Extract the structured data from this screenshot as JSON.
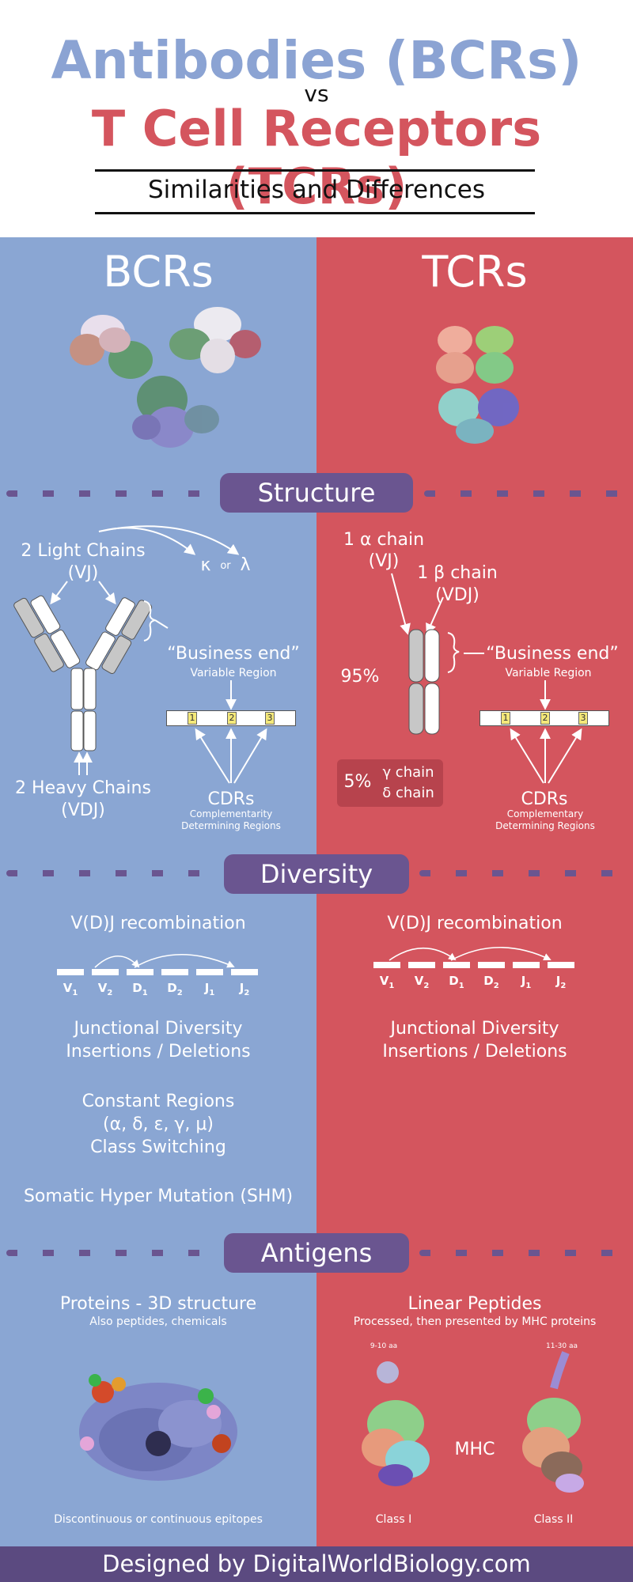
{
  "header": {
    "title_line1": "Antibodies (BCRs)",
    "vs": "vs",
    "title_line2": "T Cell Receptors (TCRs)",
    "subtitle": "Similarities and Differences"
  },
  "columns": {
    "left": "BCRs",
    "right": "TCRs"
  },
  "sections": {
    "structure": "Structure",
    "diversity": "Diversity",
    "antigens": "Antigens"
  },
  "structure": {
    "bcr": {
      "light_chains": "2 Light Chains",
      "light_vj": "(VJ)",
      "kappa": "κ",
      "or": "or",
      "lambda": "λ",
      "business_end": "“Business end”",
      "variable_region": "Variable Region",
      "heavy_chains": "2 Heavy Chains",
      "heavy_vdj": "(VDJ)",
      "cdrs": "CDRs",
      "cdrs_full": "Complementarity Determining Regions",
      "cdr_numbers": [
        "1",
        "2",
        "3"
      ]
    },
    "tcr": {
      "alpha_chain": "1 α chain",
      "alpha_vj": "(VJ)",
      "beta_chain": "1 β chain",
      "beta_vdj": "(VDJ)",
      "percent_ab": "95%",
      "business_end": "“Business end”",
      "variable_region": "Variable Region",
      "percent_gd": "5%",
      "gamma_chain": "γ chain",
      "delta_chain": "δ chain",
      "cdrs": "CDRs",
      "cdrs_full": "Complementary Determining Regions",
      "cdr_numbers": [
        "1",
        "2",
        "3"
      ]
    }
  },
  "diversity": {
    "bcr": {
      "recombination": "V(D)J recombination",
      "segments": [
        {
          "base": "V",
          "sub": "1"
        },
        {
          "base": "V",
          "sub": "2"
        },
        {
          "base": "D",
          "sub": "1"
        },
        {
          "base": "D",
          "sub": "2"
        },
        {
          "base": "J",
          "sub": "1"
        },
        {
          "base": "J",
          "sub": "2"
        }
      ],
      "junctional": "Junctional Diversity",
      "indels": "Insertions / Deletions",
      "constant": "Constant Regions",
      "isotypes": "(α, δ, ε, γ, μ)",
      "class_switching": "Class Switching",
      "shm": "Somatic Hyper Mutation (SHM)"
    },
    "tcr": {
      "recombination": "V(D)J recombination",
      "segments": [
        {
          "base": "V",
          "sub": "1"
        },
        {
          "base": "V",
          "sub": "2"
        },
        {
          "base": "D",
          "sub": "1"
        },
        {
          "base": "D",
          "sub": "2"
        },
        {
          "base": "J",
          "sub": "1"
        },
        {
          "base": "J",
          "sub": "2"
        }
      ],
      "junctional": "Junctional Diversity",
      "indels": "Insertions / Deletions"
    }
  },
  "antigens": {
    "bcr": {
      "title": "Proteins - 3D structure",
      "subtitle": "Also peptides, chemicals",
      "epitopes": "Discontinuous or continuous epitopes"
    },
    "tcr": {
      "title": "Linear Peptides",
      "subtitle": "Processed, then presented by MHC proteins",
      "mhc": "MHC",
      "class1_len": "9-10 aa",
      "class2_len": "11-30 aa",
      "class1": "Class I",
      "class2": "Class II"
    }
  },
  "footer": {
    "credit": "Designed by DigitalWorldBiology.com"
  },
  "colors": {
    "bcr_blue": "#8aa6d3",
    "tcr_red": "#d4555e",
    "section_purple": "#6a5590",
    "footer_purple": "#5b4a80",
    "cdr_yellow": "#f4e879"
  }
}
